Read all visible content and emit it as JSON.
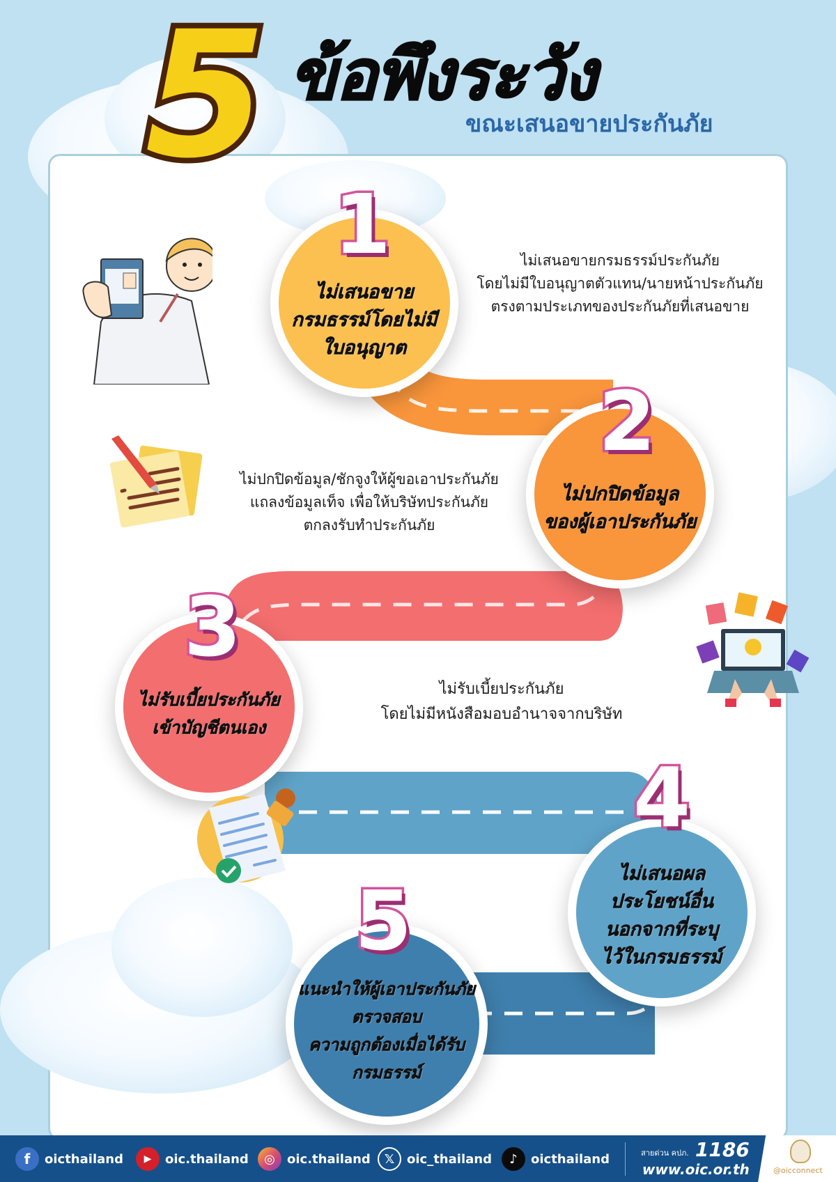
{
  "header": {
    "number": "5",
    "title": "ข้อพึงระวัง",
    "subtitle": "ขณะเสนอขายประกันภัย"
  },
  "steps": [
    {
      "number": "1",
      "title_lines": [
        "ไม่เสนอขาย",
        "กรมธรรม์โดยไม่มี",
        "ใบอนุญาต"
      ],
      "color": "#fbc04f",
      "description_lines": [
        "ไม่เสนอขายกรมธรรม์ประกันภัย",
        "โดยไม่มีใบอนุญาตตัวแทน/นายหน้าประกันภัย",
        "ตรงตามประเภทของประกันภัยที่เสนอขาย"
      ],
      "illustration": "person-holding-id-badge"
    },
    {
      "number": "2",
      "title_lines": [
        "ไม่ปกปิดข้อมูล",
        "ของผู้เอาประกันภัย"
      ],
      "color": "#f9953b",
      "description_lines": [
        "ไม่ปกปิดข้อมูล/ชักจูงให้ผู้ขอเอาประกันภัย",
        "แถลงข้อมูลเท็จ เพื่อให้บริษัทประกันภัย",
        "ตกลงรับทำประกันภัย"
      ],
      "illustration": "notepad-with-pencil"
    },
    {
      "number": "3",
      "title_lines": [
        "ไม่รับเบี้ยประกันภัย",
        "เข้าบัญชีตนเอง"
      ],
      "color": "#f36e6e",
      "description_lines": [
        "ไม่รับเบี้ยประกันภัย",
        "โดยไม่มีหนังสือมอบอำนาจจากบริษัท"
      ],
      "illustration": "laptop-with-books"
    },
    {
      "number": "4",
      "title_lines": [
        "ไม่เสนอผล",
        "ประโยชน์อื่น",
        "นอกจากที่ระบุ",
        "ไว้ในกรมธรรม์"
      ],
      "color": "#5fa3c9",
      "description_lines": [],
      "illustration": "document-with-stamp"
    },
    {
      "number": "5",
      "title_lines": [
        "แนะนำให้ผู้เอาประกันภัย",
        "ตรวจสอบ",
        "ความถูกต้องเมื่อได้รับ",
        "กรมธรรม์"
      ],
      "color": "#3f7fad",
      "description_lines": [],
      "illustration": ""
    }
  ],
  "footer": {
    "socials": [
      {
        "platform": "facebook-icon",
        "handle": "oicthailand",
        "color": "#3b6fc4"
      },
      {
        "platform": "youtube-icon",
        "handle": "oic.thailand",
        "color": "#d4202a"
      },
      {
        "platform": "instagram-icon",
        "handle": "oic.thailand",
        "color": "#d9506c"
      },
      {
        "platform": "x-icon",
        "handle": "oic_thailand",
        "color": "#15508a"
      },
      {
        "platform": "tiktok-icon",
        "handle": "oicthailand",
        "color": "#0b0b0b"
      }
    ],
    "hotline_prefix": "สายด่วน คปภ.",
    "hotline_number": "1186",
    "website": "www.oic.or.th",
    "brand": "@oicconnect"
  },
  "colors": {
    "background": "#bfe1f2",
    "panel": "#ffffff",
    "footer": "#15508a",
    "accent_number": "#d3549b",
    "title_yellow": "#f6cf19"
  }
}
